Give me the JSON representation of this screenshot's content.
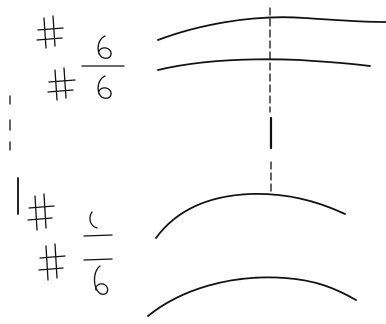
{
  "drawing": {
    "ink_color": "#111111",
    "background": "#ffffff",
    "groups": [
      {
        "label": "top",
        "symbols": [
          "sharp",
          "sharp",
          "six-over-six"
        ],
        "staves": 2
      },
      {
        "label": "bottom",
        "symbols": [
          "sharp",
          "sharp",
          "five-over-six"
        ],
        "staves": 2
      }
    ]
  }
}
